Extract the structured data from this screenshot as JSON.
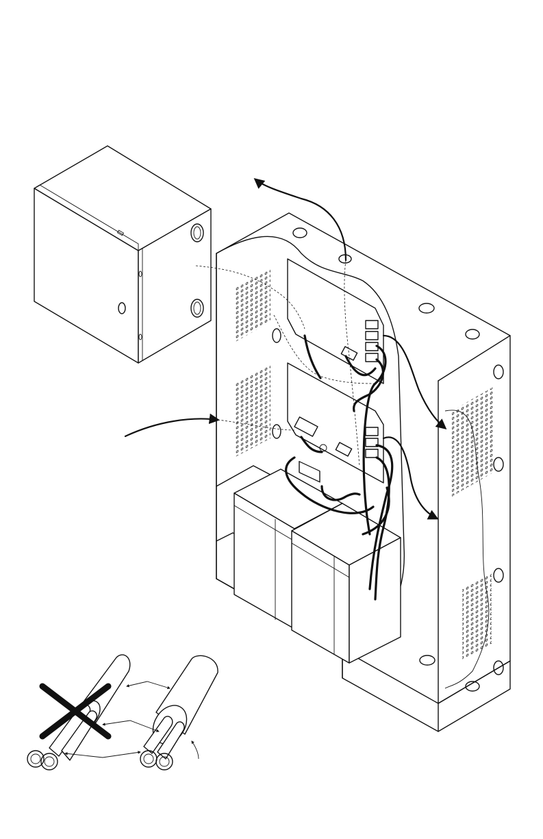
{
  "figure": {
    "type": "technical line drawing",
    "colors": {
      "line": "#111111",
      "background": "#ffffff"
    },
    "parts": [
      "small-enclosure",
      "open-enclosure",
      "standoff-board-upper",
      "standoff-board-lower",
      "battery-left",
      "battery-right",
      "wiring-harness",
      "correct-cable-detail",
      "incorrect-cable-detail"
    ],
    "symbols": [
      "cross-out-x",
      "leader-arrows",
      "wire-route-arrows"
    ]
  }
}
